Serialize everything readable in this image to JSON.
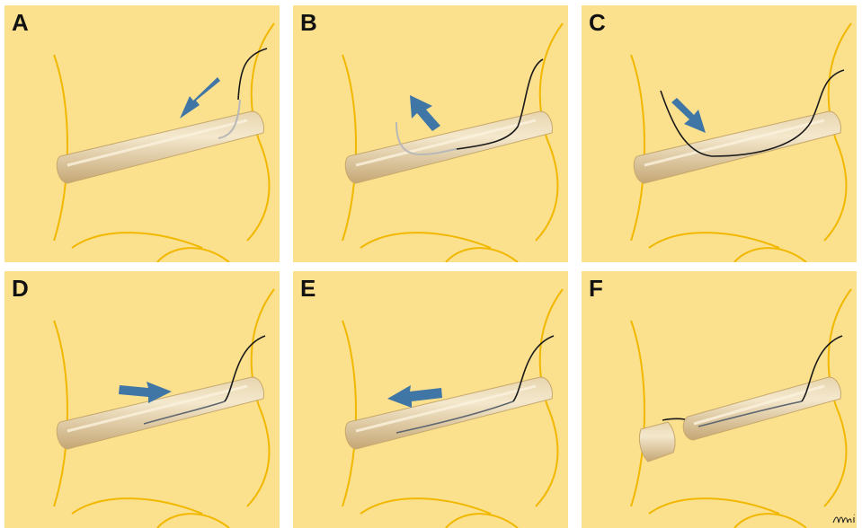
{
  "panels": [
    {
      "id": "a",
      "label": "A"
    },
    {
      "id": "b",
      "label": "B"
    },
    {
      "id": "c",
      "label": "C"
    },
    {
      "id": "d",
      "label": "D"
    },
    {
      "id": "e",
      "label": "E"
    },
    {
      "id": "f",
      "label": "F"
    }
  ],
  "colors": {
    "background": "#fbe08e",
    "tissue_outline": "#f2b800",
    "vessel": "#d9c08e",
    "arrow": "#3f76a6",
    "suture_dark": "#1a1a1a",
    "suture_light": "#b8b8b8"
  },
  "signature": "mi"
}
